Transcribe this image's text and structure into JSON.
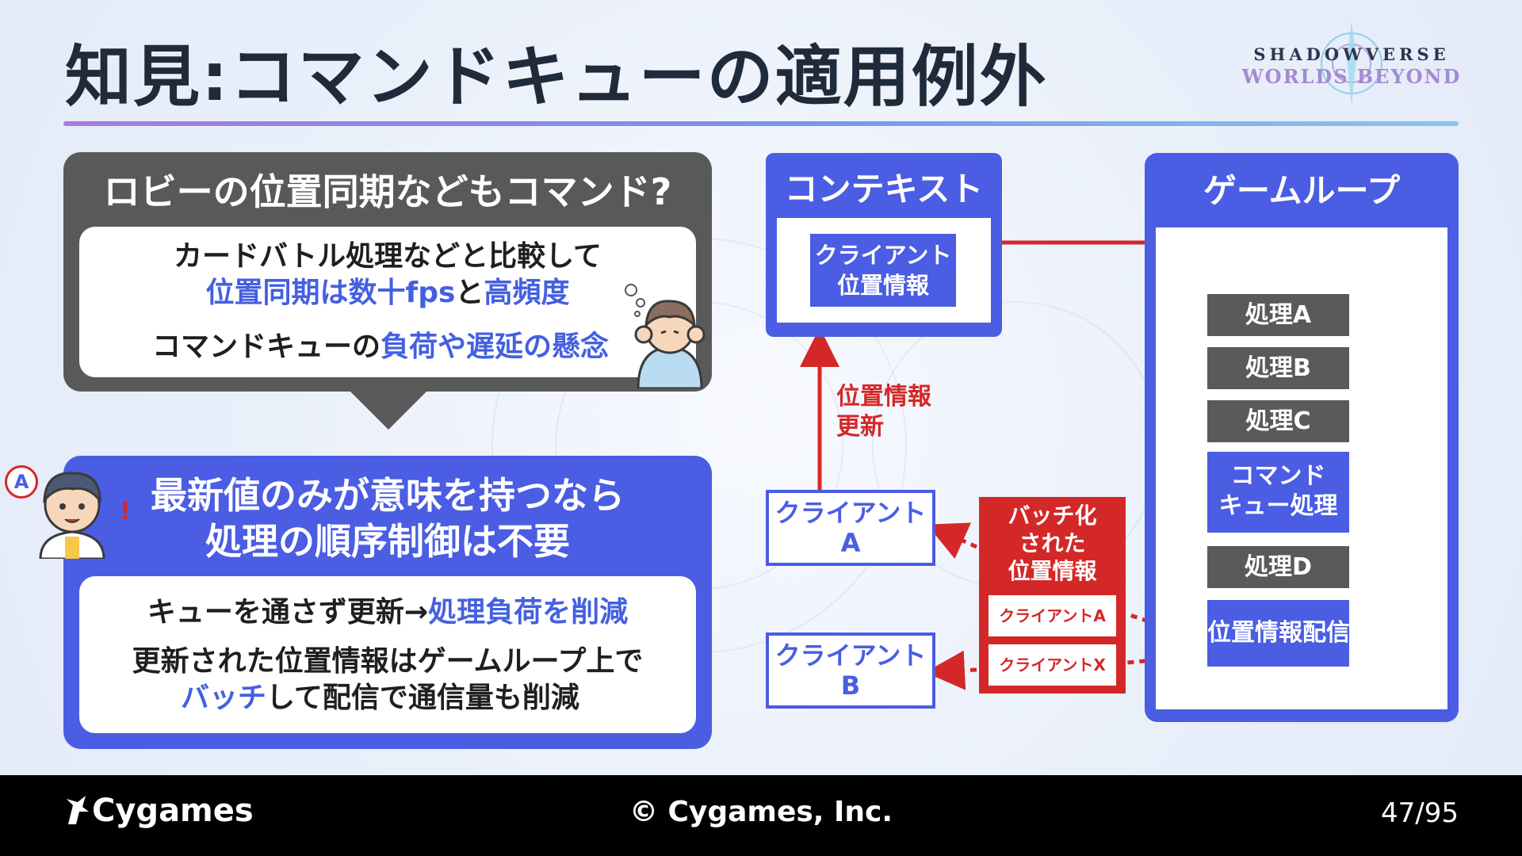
{
  "title": "知見:コマンドキューの適用例外",
  "logo": {
    "line1": "SHADOWVERSE",
    "line2": "WORLDS BEYOND"
  },
  "left": {
    "question_title": "ロビーの位置同期などもコマンド?",
    "q_line1": "カードバトル処理などと比較して",
    "q_line2_a": "位置同期は数十fps",
    "q_line2_b": "と",
    "q_line2_c": "高頻度",
    "q_line3_a": "コマンドキューの",
    "q_line3_b": "負荷や遅延の懸念",
    "answer_title_1": "最新値のみが意味を持つなら",
    "answer_title_2": "処理の順序制御は不要",
    "a_line1_a": "キューを通さず更新→",
    "a_line1_b": "処理負荷を削減",
    "a_line2": "更新された位置情報はゲームループ上で",
    "a_line3_a": "バッチ",
    "a_line3_b": "して配信で通信量も削減",
    "badge_letter": "A"
  },
  "diagram": {
    "context_title": "コンテキスト",
    "context_cell": [
      "クライアント",
      "位置情報"
    ],
    "update_label": [
      "位置情報",
      "更新"
    ],
    "client_a": [
      "クライアント",
      "A"
    ],
    "client_b": [
      "クライアント",
      "B"
    ],
    "batch_title": [
      "バッチ化",
      "された",
      "位置情報"
    ],
    "batch_items": [
      "クライアントA",
      "クライアントX"
    ],
    "gameloop_title": "ゲームループ",
    "proc_a": "処理A",
    "proc_b": "処理B",
    "proc_c": "処理C",
    "proc_cmd": [
      "コマンド",
      "キュー処理"
    ],
    "proc_d": "処理D",
    "proc_dist": "位置情報配信",
    "colors": {
      "blue": "#4a5de3",
      "red": "#d42828",
      "orange": "#f39a2b",
      "gray": "#5a5a5a"
    }
  },
  "footer": {
    "brand": "Cygames",
    "copyright": "© Cygames, Inc.",
    "page": "47/95"
  }
}
